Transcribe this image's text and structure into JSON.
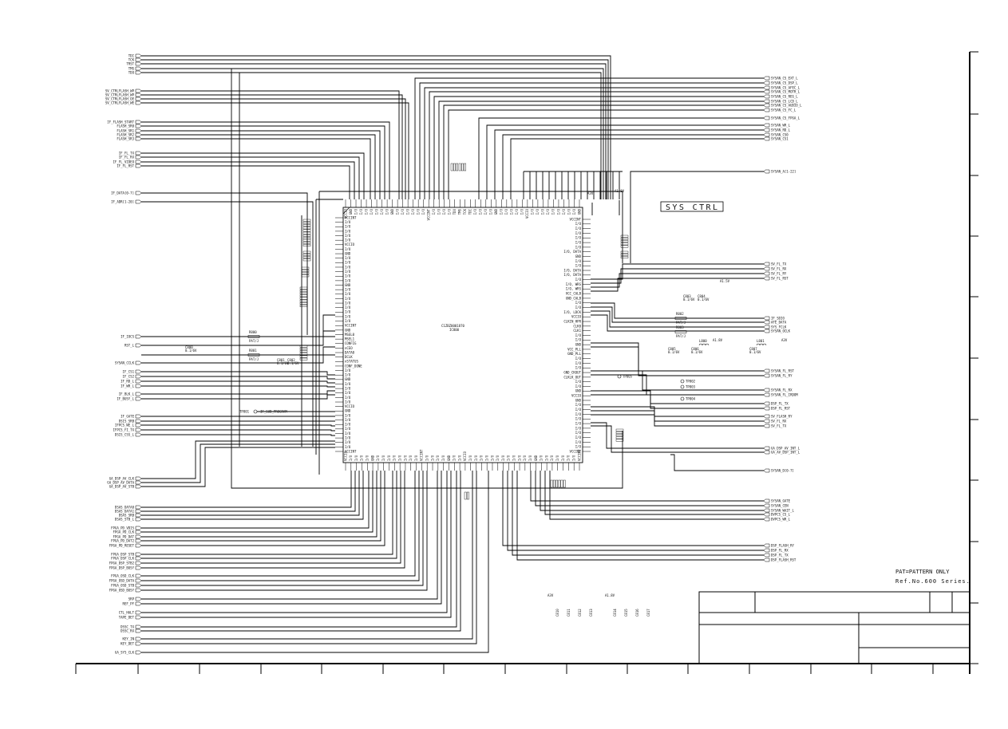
{
  "title_block": {
    "sys_ctrl_label": "SYS CTRL",
    "ic_ref": "IC800",
    "ic_part": "C1ZBZ0001870",
    "pattern_note": "PAT=PATTERN ONLY",
    "ref_note": "Ref.No.600 Series."
  },
  "left_signals": [
    "TDI",
    "TCK",
    "TRST",
    "TMS",
    "TDO",
    "SV_CTRLFLASH_WP",
    "SV_CTRLFLASH_WP",
    "SV_CTRLFLASH_OE",
    "SV_CTRLFLASH_WE",
    "IF_FLASH_START",
    "FLASH_SR0",
    "FLASH_SR1",
    "FLASH_SR2",
    "FLASH_SR3",
    "IF_FL_TX",
    "IF_FL_RX",
    "IF_FL_VIDEO",
    "IF_FL_RST",
    "IF_DATA[0-7]",
    "IF_ADR[1-20]",
    "IF_IOCS",
    "RST_L",
    "SYSAN_CCLK",
    "IF_CS1",
    "IF_CS2",
    "IF_RD_L",
    "IF_WR_L",
    "IF_BLK_L",
    "IF_BUSY_L",
    "IF_GATE",
    "DSIS_SRB",
    "IFPCS_WE_L",
    "IFPCS_FI_TX",
    "DSIS_CSS_L",
    "GA_DSP_AV_CLK",
    "GA_DSP_AV_DATA",
    "GA_DSP_AV_STB",
    "DSAS_DATA0",
    "DSAS_DATA1",
    "DSAS_SRB",
    "DSAS_STB_L",
    "FPGA_PD_VDIS",
    "FPGA_PD_CLK",
    "FPGA_PD_DAT",
    "FPGA_PD_DAT2",
    "FPGA_PD_RESET",
    "FPGA_DSP_STB",
    "FPGA_DSP_CLK",
    "FPGA_DSP_STB2",
    "FPGA_DSP_BUSY",
    "FPGA_OSD_CLK",
    "FPGA_OSD_DATA",
    "FPGA_OSD_STB",
    "FPGA_OSD_BUSY",
    "SRP",
    "REF_PF",
    "CTL_HALT",
    "TAPE_DET",
    "DSSC_TX",
    "DSSC_RX",
    "KEY_IN",
    "KEY_DET",
    "GA_SYS_CLK"
  ],
  "right_signals": [
    "SYSAN_CS_EXT_L",
    "SYSAN_CS_DSP_L",
    "SYSAN_CS_AFEC_L",
    "SYSAN_CS_MOTR_L",
    "SYSAN_CS_REG_L",
    "SYSAN_CS_LCD_L",
    "SYSAN_CS_AUDIO_L",
    "SYSAN_CS_FC_L",
    "SYSAN_CS_FPGA_L",
    "SYSAN_WR_L",
    "SYSAN_RD_L",
    "SYSAN_CS0",
    "SYSAN_CS1",
    "SYSAN_A[1-22]",
    "SV_FL_TX",
    "SV_FL_RX",
    "SV_FL_RY",
    "SV_FL_RST",
    "IF_SDIO",
    "AFE_DATA",
    "SYS_FCLK",
    "SYSAN_OCLK",
    "SYSAN_FL_RST",
    "SYSAN_FL_RY",
    "SYSAN_FL_RX",
    "SYSAN_FL_IRDOM",
    "DSP_FL_TX",
    "DSP_FL_RST",
    "SV_FLASH_RY",
    "SV_FL_RX",
    "SV_FL_TX",
    "GA_DSP_AV_INT_L",
    "GA_AV_DSP_INT_L",
    "SYSAN_D[0-7]",
    "SYSAN_GATE",
    "SYSAN_CEN",
    "SYSAN_WAIT_L",
    "DVPCS_CS_L",
    "DVPCS_WR_L",
    "DSP_FLASH_RY",
    "DSP_FL_RX",
    "DSP_FL_TX",
    "DSP_FLASH_RST"
  ],
  "tp_labels": [
    "TP801",
    "TP802",
    "TP803",
    "TP804",
    "TP805"
  ],
  "tp801_net": "IF_SUB_PROGRAM",
  "parts": {
    "r800": "R800",
    "r801": "R801",
    "r802": "R802",
    "r803": "R803",
    "r_val": "PAT/J",
    "c_val": "0.1/6V",
    "c_list": [
      "C800",
      "C801",
      "C802",
      "C803",
      "C804",
      "C805",
      "C806",
      "C807"
    ],
    "l_list": [
      "L800",
      "L801"
    ],
    "caps_bottom_left": [
      "C810",
      "C811",
      "C812",
      "C813"
    ],
    "caps_bottom_right": [
      "C814",
      "C815",
      "C816",
      "C817"
    ]
  },
  "rails": {
    "r1": "A1.8V",
    "r2": "A3V",
    "r3": "A1.5V",
    "r4": "A1.8V",
    "r5": "A3V",
    "r6": "A3V",
    "r7": "A1.8V"
  },
  "pin_names": {
    "left": [
      "VCCINT",
      "I/O",
      "I/O",
      "I/O",
      "I/O",
      "I/O",
      "VCCIO",
      "I/O",
      "GND",
      "I/O",
      "I/O",
      "I/O",
      "I/O",
      "I/O",
      "I/O",
      "GND",
      "I/O",
      "I/O",
      "I/O",
      "I/O",
      "I/O",
      "I/O",
      "I/O",
      "I/O",
      "VCCINT",
      "GND",
      "MSEL0",
      "MSEL1",
      "CONFIG",
      "nCEO",
      "DATA0",
      "DCLK",
      "nSTATUS",
      "CONF_DONE",
      "I/O",
      "I/O",
      "GND",
      "I/O",
      "I/O",
      "I/O",
      "I/O",
      "I/O",
      "VCCIO",
      "GND",
      "I/O",
      "I/O",
      "I/O",
      "I/O",
      "I/O",
      "I/O",
      "I/O",
      "I/O",
      "VCCINT"
    ],
    "right": [
      "VCCINT",
      "I/O",
      "I/O",
      "I/O",
      "I/O",
      "I/O",
      "I/O",
      "I/O, DATA",
      "GND",
      "I/O",
      "I/O",
      "I/O, DATA",
      "I/O, DATA",
      "I/O",
      "I/O, WRS",
      "I/O, WRS",
      "VCC_CALB",
      "GND_CALB",
      "I/O",
      "I/O",
      "I/O, LDCK",
      "VCCIO",
      "CLKIN_HPR",
      "CLK0",
      "CLK1",
      "I/O",
      "I/O",
      "GND",
      "VCC_PLL",
      "GND_PLL",
      "I/O",
      "I/O",
      "I/O",
      "GND_CKOUT",
      "CLKLK_OUT",
      "I/O",
      "I/O",
      "GND",
      "VCCIO",
      "GND",
      "I/O",
      "I/O",
      "I/O",
      "I/O",
      "I/O",
      "I/O",
      "I/O",
      "I/O",
      "I/O",
      "I/O",
      "VCCINT"
    ],
    "top": [
      "VCCIO",
      "GND",
      "I/O",
      "I/O",
      "I/O",
      "I/O",
      "I/O",
      "I/O",
      "I/O",
      "GND",
      "I/O",
      "I/O",
      "I/O",
      "I/O",
      "I/O",
      "I/O",
      "VCCINT",
      "I/O",
      "I/O",
      "I/O",
      "I/O",
      "TDO",
      "TMS",
      "TCK",
      "TDI",
      "I/O",
      "I/O",
      "I/O",
      "I/O",
      "GND",
      "I/O",
      "I/O",
      "I/O",
      "I/O",
      "I/O",
      "VCCIO",
      "I/O",
      "I/O",
      "I/O",
      "I/O",
      "I/O",
      "I/O",
      "I/O",
      "I/O",
      "I/O",
      "GND"
    ],
    "bottom": [
      "VCCIO",
      "I/O",
      "I/O",
      "I/O",
      "I/O",
      "GND",
      "I/O",
      "I/O",
      "I/O",
      "I/O",
      "I/O",
      "I/O",
      "I/O",
      "I/O",
      "VCCINT",
      "I/O",
      "I/O",
      "I/O",
      "I/O",
      "GND",
      "I/O",
      "I/O",
      "VCCIO",
      "I/O",
      "I/O",
      "I/O",
      "I/O",
      "I/O",
      "I/O",
      "I/O",
      "I/O",
      "I/O",
      "I/O",
      "I/O",
      "I/O",
      "GND",
      "I/O",
      "I/O",
      "I/O",
      "I/O",
      "I/O",
      "I/O",
      "I/O",
      "VCCINT"
    ]
  }
}
